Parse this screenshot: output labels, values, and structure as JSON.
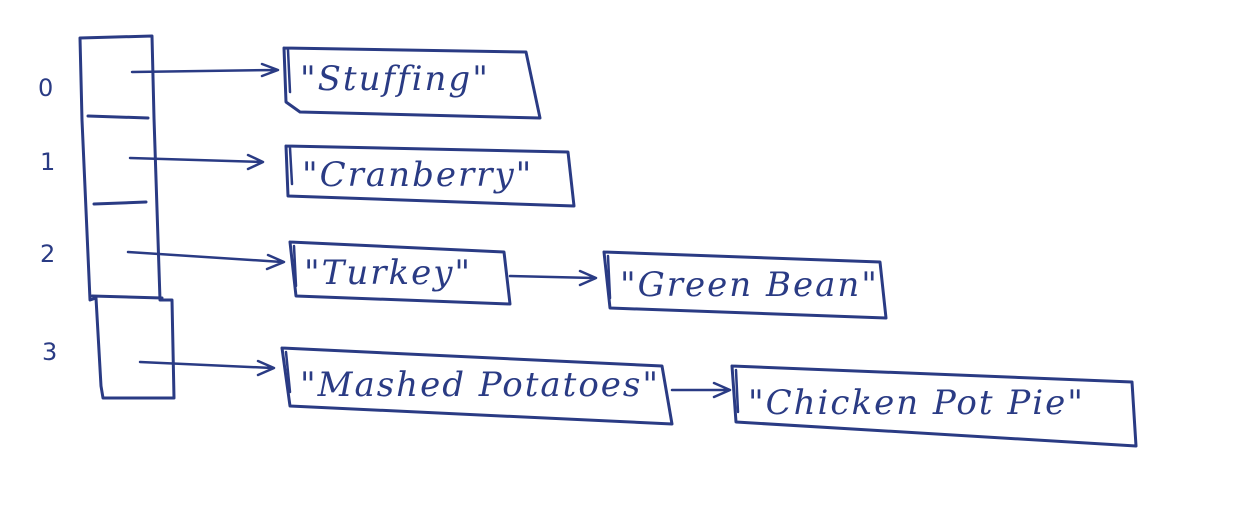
{
  "diagram": {
    "indices": [
      "0",
      "1",
      "2",
      "3"
    ],
    "buckets": [
      {
        "index": "0",
        "chain": [
          "\"Stuffing\""
        ]
      },
      {
        "index": "1",
        "chain": [
          "\"Cranberry\""
        ]
      },
      {
        "index": "2",
        "chain": [
          "\"Turkey\"",
          "\"Green Bean\""
        ]
      },
      {
        "index": "3",
        "chain": [
          "\"Mashed Potatoes\"",
          "\"Chicken Pot Pie\""
        ]
      }
    ]
  },
  "colors": {
    "ink": "#2a3b84",
    "paper": "#ffffff"
  }
}
